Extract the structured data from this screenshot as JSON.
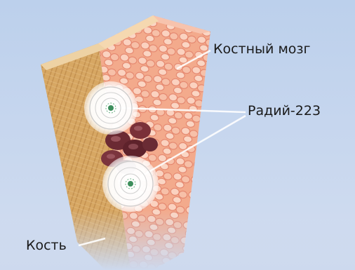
{
  "labels": {
    "bone_marrow": "Костный мозг",
    "radium": "Радий-223",
    "bone": "Кость"
  },
  "colors": {
    "background": "#c6d6ee",
    "bone": "#d9ab68",
    "bone_marrow": "#f0a58a",
    "tumor": "#6b2a33",
    "radiation_halo": "#ffffff",
    "isotope": "#3d8f5c"
  },
  "icons": {
    "isotope_marker": "radium-atom-icon",
    "tumor": "cancer-cell-cluster-icon"
  }
}
